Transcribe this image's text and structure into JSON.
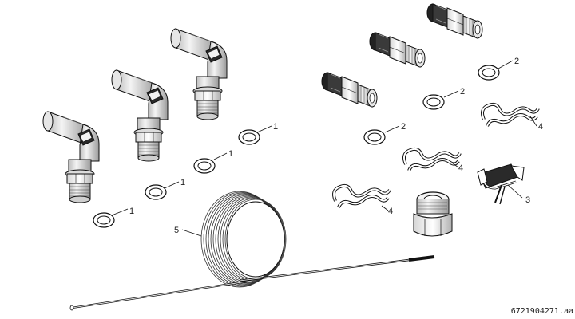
{
  "drawing": {
    "reference_code": "6721904271.aa",
    "callouts": {
      "part_1": "1",
      "part_2": "2",
      "part_3": "3",
      "part_4": "4",
      "part_5": "5"
    }
  }
}
